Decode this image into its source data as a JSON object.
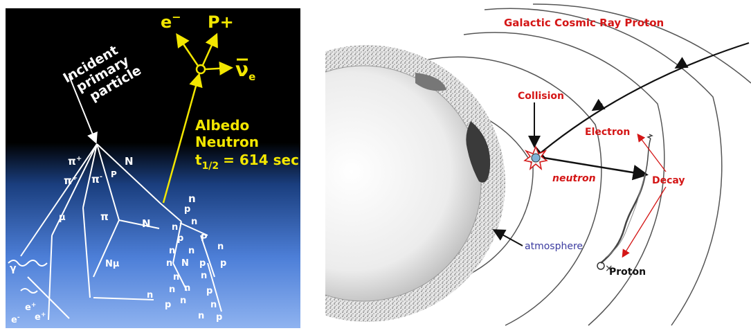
{
  "left_figure": {
    "incident_label": [
      "Incident",
      "primary",
      "particle"
    ],
    "decay_products": {
      "electron": "e",
      "electron_sup": "−",
      "proton": "P+",
      "antineutrino_sub": "e"
    },
    "albedo_label": [
      "Albedo",
      "Neutron"
    ],
    "half_life_main": "t",
    "half_life_sub": "1/2",
    "half_life_value": "= 614 sec",
    "particles": {
      "pi_plus": "π",
      "plus": "+",
      "minus": "-",
      "pi": "π",
      "N": "N",
      "P": "P",
      "p": "p",
      "n": "n",
      "mu": "μ",
      "N_mu": "Nμ",
      "gamma": "γ",
      "e_plus": "e",
      "e_minus": "e"
    }
  },
  "right_figure": {
    "title": "Galactic Cosmic Ray Proton",
    "collision": "Collision",
    "neutron": "neutron",
    "electron": "Electron",
    "decay": "Decay",
    "atmosphere": "atmosphere",
    "proton": "Proton"
  },
  "colors": {
    "sky_top": "#000000",
    "sky_bottom": "#5f8fe8",
    "yellow": "#f2e600",
    "red_label": "#d41616",
    "blue_label": "#3b3ba0"
  }
}
